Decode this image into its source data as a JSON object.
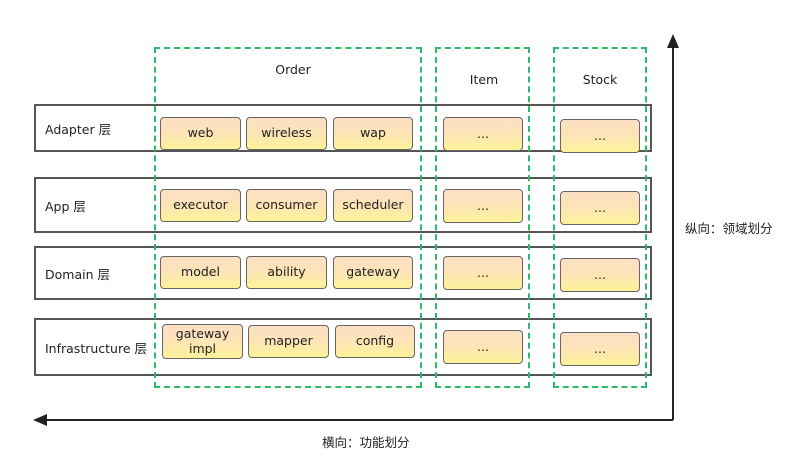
{
  "domains": [
    {
      "name": "Order"
    },
    {
      "name": "Item"
    },
    {
      "name": "Stock"
    }
  ],
  "layers": [
    {
      "label": "Adapter 层",
      "order_cells": [
        "web",
        "wireless",
        "wap"
      ],
      "item_cell": "...",
      "stock_cell": "..."
    },
    {
      "label": "App 层",
      "order_cells": [
        "executor",
        "consumer",
        "scheduler"
      ],
      "item_cell": "...",
      "stock_cell": "..."
    },
    {
      "label": "Domain 层",
      "order_cells": [
        "model",
        "ability",
        "gateway"
      ],
      "item_cell": "...",
      "stock_cell": "..."
    },
    {
      "label": "Infrastructure 层",
      "order_cells": [
        "gateway\nimpl",
        "mapper",
        "config"
      ],
      "item_cell": "...",
      "stock_cell": "..."
    }
  ],
  "axes": {
    "vertical_label": "纵向：领域划分",
    "horizontal_label": "横向：功能划分"
  },
  "colors": {
    "domain_border": "#2dbb6a",
    "row_border": "#555555",
    "cell_gradient_top": "#fbdfc4",
    "cell_gradient_bottom": "#fdf39a",
    "axis": "#222222"
  }
}
